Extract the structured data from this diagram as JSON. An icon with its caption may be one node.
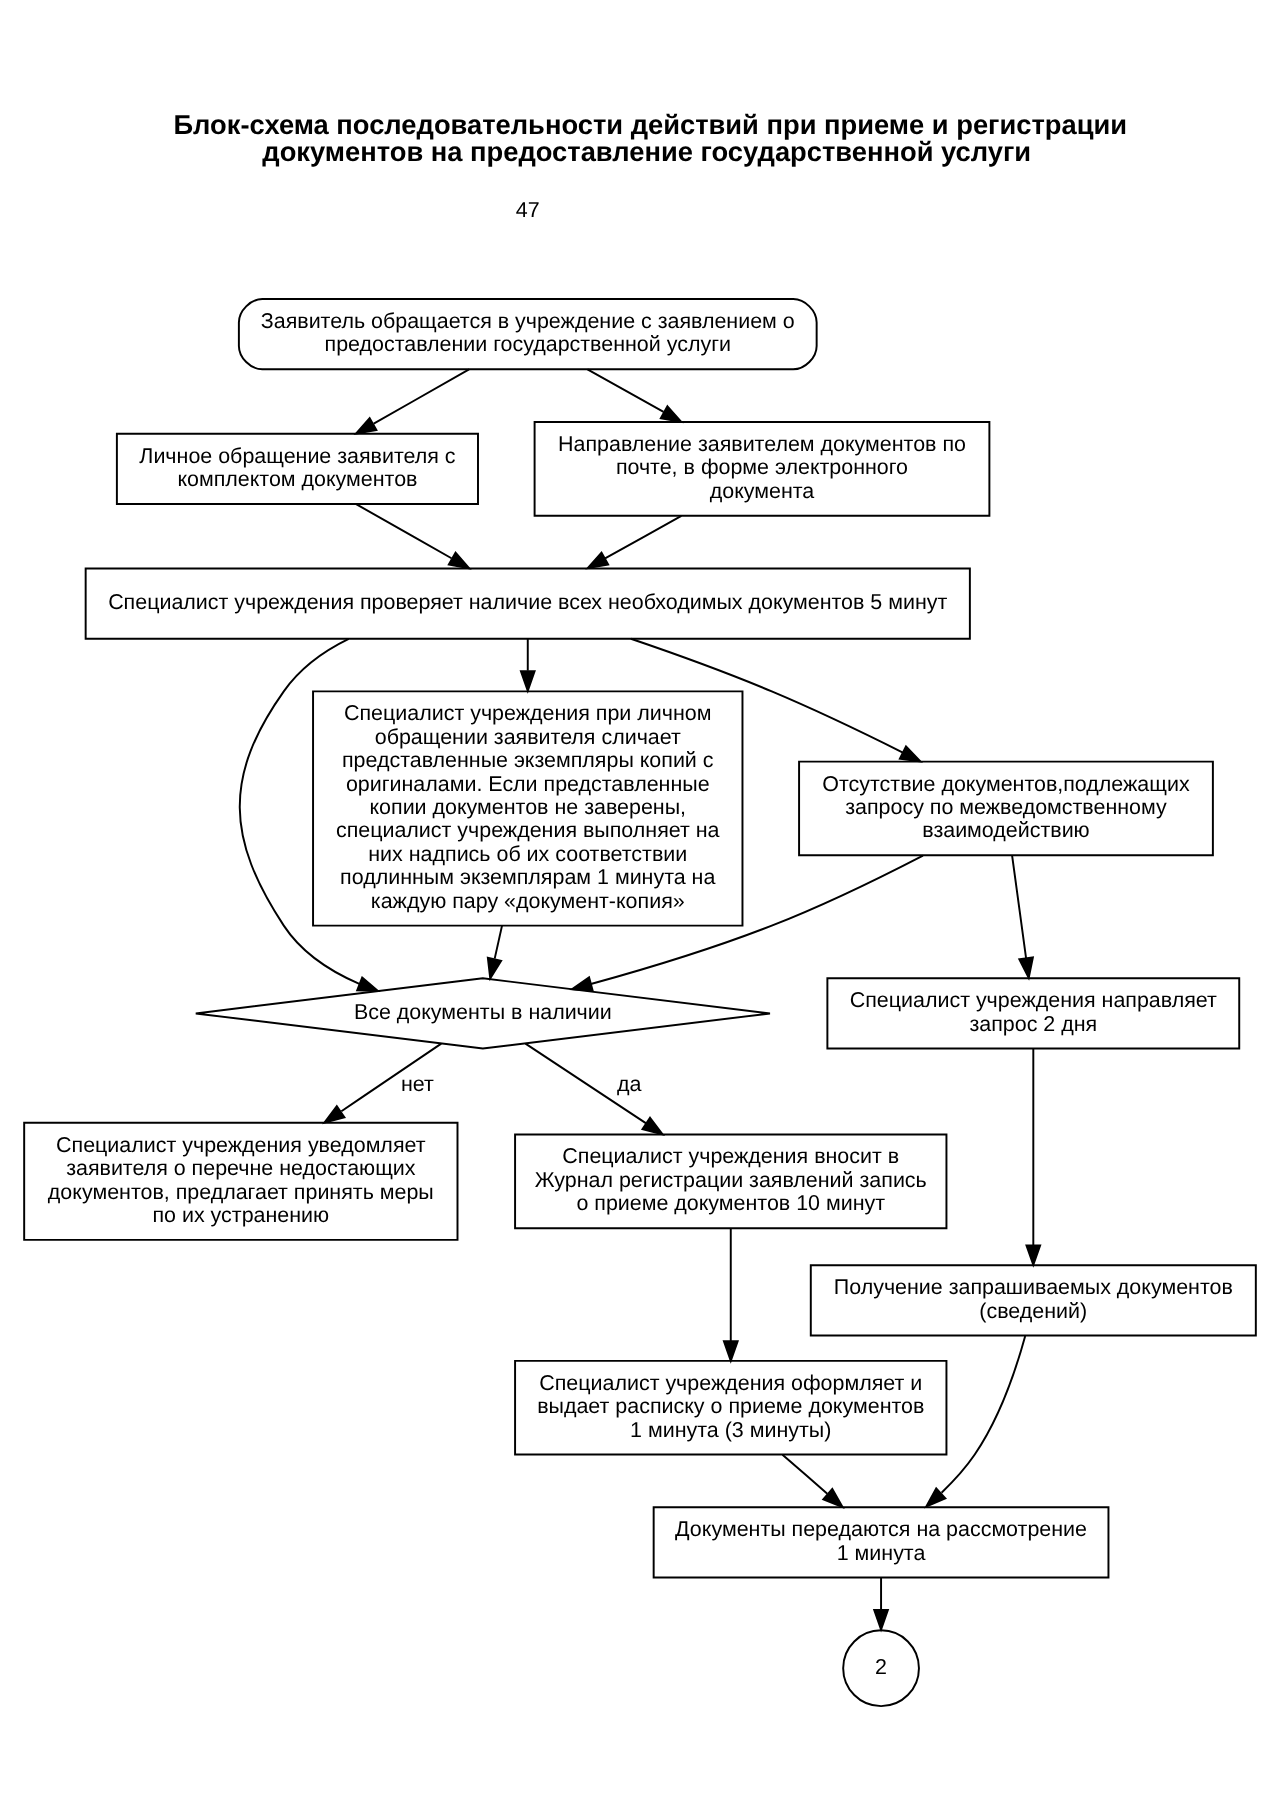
{
  "diagram": {
    "title": "Блок-схема последовательности действий при приеме и регистрации документов на предоставление государственной услуги",
    "nodes": [
      {
        "text": [
          "Заявитель обращается в учреждение с заявлением о предоставлении государственной услуги"
        ]
      },
      {
        "text": [
          "Личное обращение заявителя с комплектом документов"
        ]
      },
      {
        "text": [
          "Направление заявителем документов по почте, в форме электронного документа"
        ]
      },
      {
        "text": [
          "Специалист учреждения проверяет наличие всех необходимых документов 5 минут"
        ]
      },
      {
        "text": [
          "Специалист учреждения при личном обращении заявителя сличает представленные экземпляры копий с оригиналами. Если представленные копии документов не заверены, специалист учреждения выполняет на них надпись об их соответствии подлинным экземплярам 1 минута на каждую пару «документ-копия»"
        ]
      },
      {
        "text": [
          "Отсутствие документов,подлежащих запросу по межведомственному взаимодействию"
        ]
      },
      {
        "text": [
          "Специалист учреждения направляет запрос 2 дня"
        ]
      },
      {
        "text": [
          "Получение запрашиваемых документов (сведений)"
        ]
      },
      {
        "text": [
          "Все документы в наличии"
        ]
      },
      {
        "text": [
          "Специалист учреждения уведомляет заявителя о перечне недостающих документов, предлагает принять меры по их устранению"
        ]
      },
      {
        "text": [
          "Специалист учреждения вносит в Журнал регистрации заявлений запись о приеме документов 10 минут"
        ]
      },
      {
        "text": [
          "Специалист учреждения оформляет и выдает расписку о приеме документов 1 минута (3 минуты)"
        ]
      },
      {
        "text": [
          "Документы передаются на рассмотрение 1 минута"
        ]
      },
      {
        "text": [
          "2"
        ]
      }
    ],
    "edges": [
      {
        "from": 0,
        "to": 1,
        "arrow": "to"
      },
      {
        "from": 0,
        "to": 2,
        "arrow": "to"
      },
      {
        "from": 1,
        "to": 3,
        "arrow": "to"
      },
      {
        "from": 2,
        "to": 3,
        "arrow": "to"
      },
      {
        "from": 3,
        "to": 4,
        "arrow": "to"
      },
      {
        "from": 3,
        "to": 5,
        "arrow": "to"
      },
      {
        "from": 3,
        "to": 8,
        "arrow": "to"
      },
      {
        "from": 5,
        "to": 8,
        "arrow": "to"
      },
      {
        "from": 4,
        "to": 8,
        "arrow": "to"
      },
      {
        "from": 5,
        "to": 6,
        "arrow": "to"
      },
      {
        "from": 6,
        "to": 7,
        "arrow": "to"
      },
      {
        "from": 8,
        "to": 9,
        "arrow": "to",
        "label": "нет"
      },
      {
        "from": 8,
        "to": 10,
        "arrow": "to",
        "label": "да"
      },
      {
        "from": 10,
        "to": 11,
        "arrow": "to"
      },
      {
        "from": 11,
        "to": 12,
        "arrow": "to"
      },
      {
        "from": 7,
        "to": 12,
        "arrow": "to"
      },
      {
        "from": 12,
        "to": 13,
        "arrow": "to"
      }
    ],
    "labels": [
      "47"
    ]
  }
}
